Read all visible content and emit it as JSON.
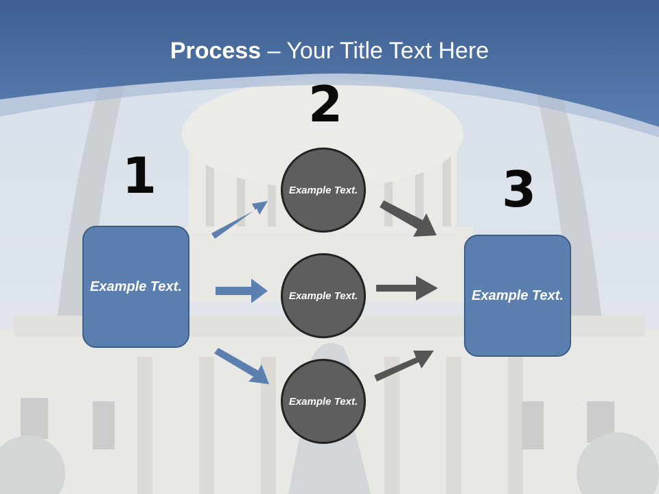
{
  "slide": {
    "title_bold": "Process",
    "title_rest": " – Your Title Text Here"
  },
  "diagram": {
    "steps": [
      "1",
      "2",
      "3"
    ],
    "box_left": "Example Text.",
    "box_right": "Example Text.",
    "circles": [
      "Example Text.",
      "Example Text.",
      "Example Text."
    ]
  },
  "colors": {
    "header_blue": "#4f74a8",
    "box_fill": "#5b7fae",
    "circle_fill": "#5e5e5e",
    "arrow_blue": "#5b7fae",
    "arrow_gray": "#555555"
  }
}
